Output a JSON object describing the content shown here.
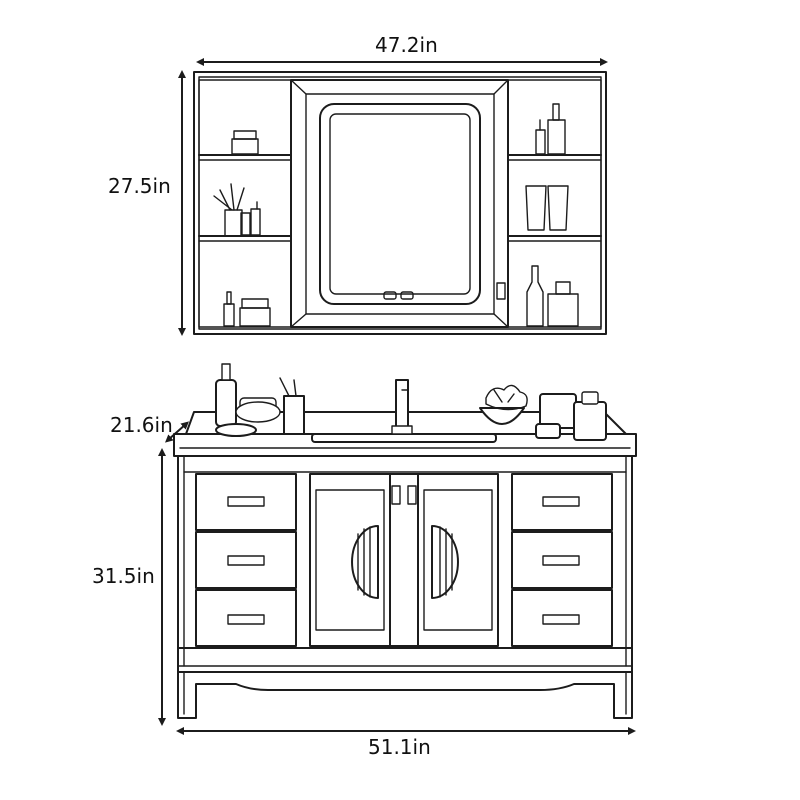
{
  "diagram": {
    "dimensions": {
      "mirror_cabinet_width": "47.2in",
      "mirror_cabinet_height": "27.5in",
      "vanity_depth": "21.6in",
      "vanity_height": "31.5in",
      "vanity_width": "51.1in"
    },
    "line_color": "#1c1c1c"
  }
}
